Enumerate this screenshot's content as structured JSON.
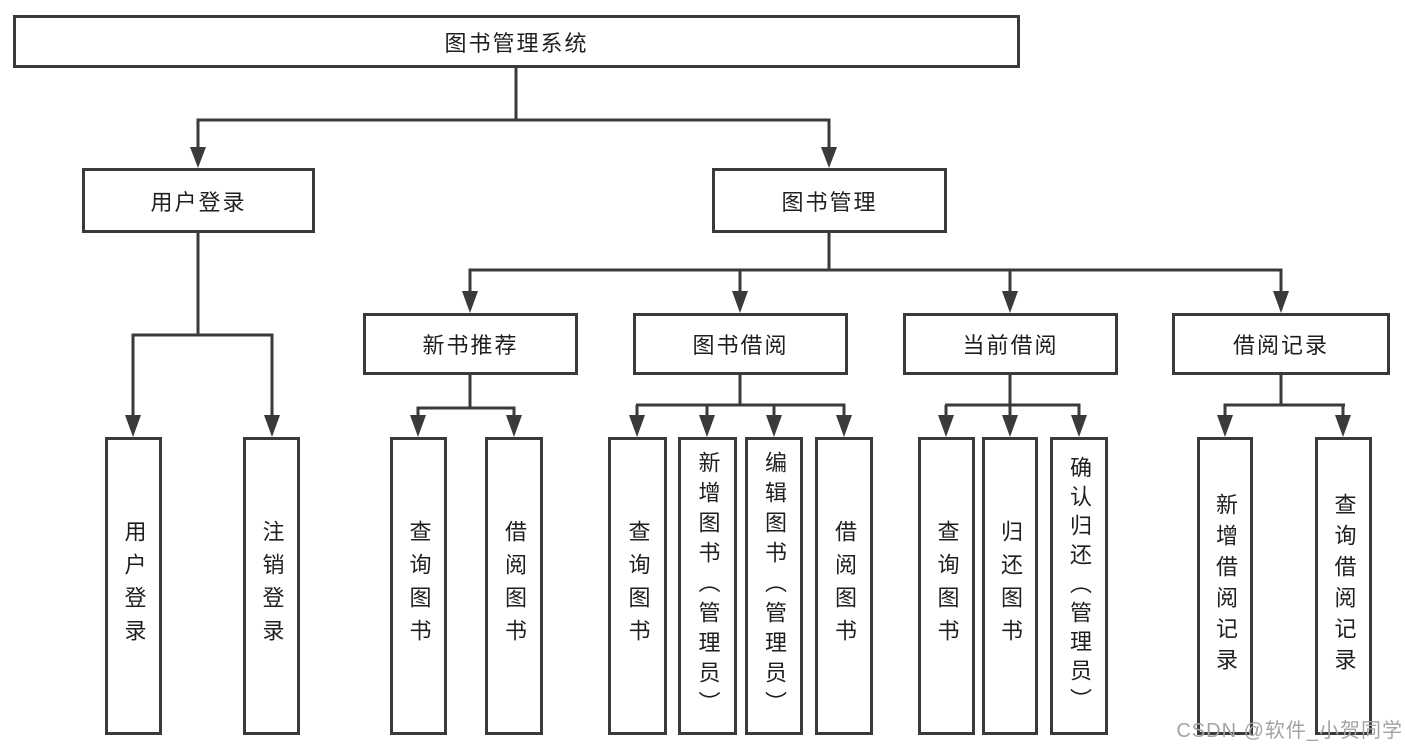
{
  "diagram": {
    "title": "图书管理系统",
    "branches": [
      {
        "label": "用户登录",
        "children": [
          {
            "label": "用户登录"
          },
          {
            "label": "注销登录"
          }
        ]
      },
      {
        "label": "图书管理",
        "children": [
          {
            "label": "新书推荐",
            "children": [
              {
                "label": "查询图书"
              },
              {
                "label": "借阅图书"
              }
            ]
          },
          {
            "label": "图书借阅",
            "children": [
              {
                "label": "查询图书"
              },
              {
                "label": "新增图书（管理员）"
              },
              {
                "label": "编辑图书（管理员）"
              },
              {
                "label": "借阅图书"
              }
            ]
          },
          {
            "label": "当前借阅",
            "children": [
              {
                "label": "查询图书"
              },
              {
                "label": "归还图书"
              },
              {
                "label": "确认归还（管理员）"
              }
            ]
          },
          {
            "label": "借阅记录",
            "children": [
              {
                "label": "新增借阅记录"
              },
              {
                "label": "查询借阅记录"
              }
            ]
          }
        ]
      }
    ]
  },
  "watermark": {
    "text": "CSDN @软件_小贺同学"
  },
  "colors": {
    "line": "#3a3a3a",
    "text": "#1f1f1f",
    "watermark": "#a3a3a3",
    "background": "#ffffff"
  }
}
